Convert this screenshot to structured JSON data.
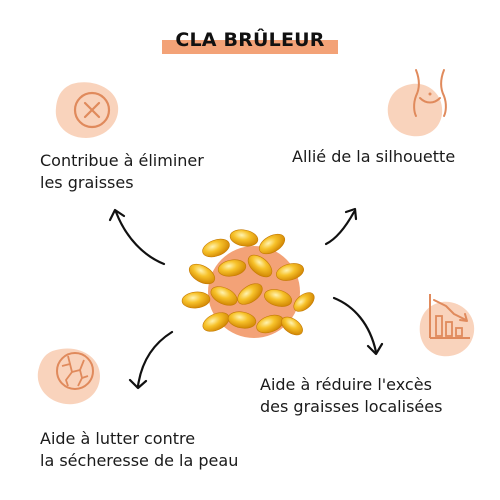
{
  "title": "CLA BRÛLEUR",
  "features": {
    "top_left": {
      "line1": "Contribue à éliminer",
      "line2": "les graisses",
      "icon": "cross-circle-icon"
    },
    "top_right": {
      "line1": "Allié de la silhouette",
      "icon": "waist-silhouette-icon"
    },
    "bottom_left": {
      "line1": "Aide à lutter contre",
      "line2": "la sécheresse de la peau",
      "icon": "cracked-skin-icon"
    },
    "bottom_right": {
      "line1": "Aide à réduire l'excès",
      "line2": "des graisses localisées",
      "icon": "declining-chart-icon"
    }
  },
  "colors": {
    "accent": "#f3a277",
    "icon_stroke": "#e08a5c",
    "blob": "#f9d3bc",
    "capsule": "#f4b11a",
    "text": "#1a1a1a"
  }
}
